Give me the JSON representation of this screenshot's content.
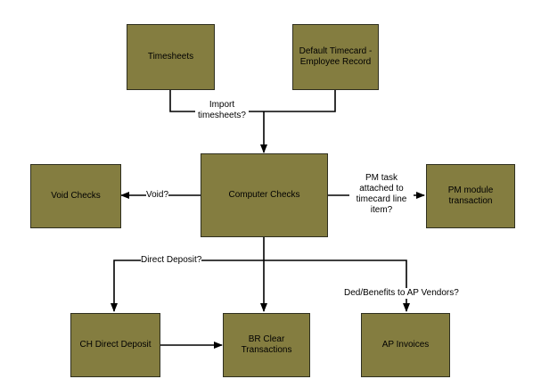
{
  "colors": {
    "node_fill": "#847d40",
    "node_border": "#2f2f1f",
    "line": "#000000",
    "background": "#ffffff"
  },
  "nodes": {
    "timesheets": "Timesheets",
    "default_timecard": "Default Timecard - Employee Record",
    "void_checks": "Void Checks",
    "computer_checks": "Computer Checks",
    "pm_module": "PM module transaction",
    "ch_direct_deposit": "CH Direct Deposit",
    "br_clear": "BR Clear Transactions",
    "ap_invoices": "AP Invoices"
  },
  "edge_labels": {
    "import_timesheets": "Import timesheets?",
    "void": "Void?",
    "pm_task": "PM task attached to timecard line item?",
    "direct_deposit": "Direct Deposit?",
    "ded_benefits": "Ded/Benefits to AP Vendors?"
  }
}
